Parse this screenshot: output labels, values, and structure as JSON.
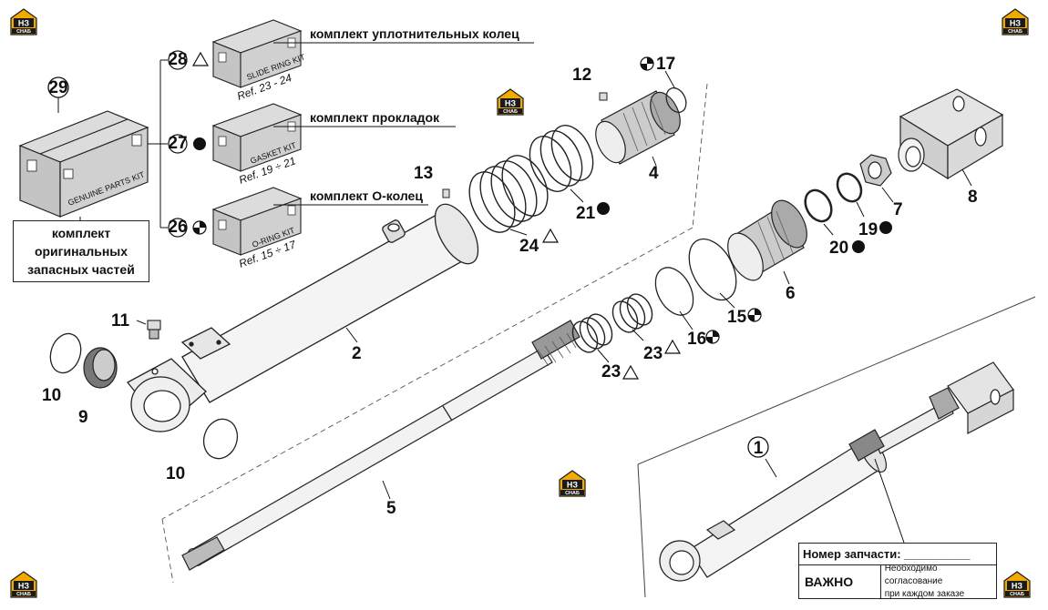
{
  "logo": {
    "top": "НЗ",
    "bottom": "СНАБ",
    "color": "#f2a900"
  },
  "kits": [
    {
      "number": "28",
      "title": "комплект уплотнительных колец",
      "box_label": "SLIDE RING KIT",
      "ref": "Ref. 23 - 24",
      "symbol": "triangle"
    },
    {
      "number": "27",
      "title": "комплект прокладок",
      "box_label": "GASKET KIT",
      "ref": "Ref. 19 ÷ 21",
      "symbol": "filled-circle"
    },
    {
      "number": "26",
      "title": "комплект О-колец",
      "box_label": "O-RING KIT",
      "ref": "Ref. 15 ÷ 17",
      "symbol": "quartered-circle"
    }
  ],
  "genuine": {
    "number": "29",
    "box_label": "GENUINE PARTS KIT",
    "lines": [
      "комплект",
      "оригинальных",
      "запасных частей"
    ]
  },
  "parts": [
    "1",
    "2",
    "4",
    "5",
    "6",
    "7",
    "8",
    "9",
    "10",
    "10",
    "11",
    "12",
    "13",
    "15",
    "16",
    "17",
    "19",
    "20",
    "21",
    "23",
    "23",
    "24"
  ],
  "info": {
    "part_number_label": "Номер запчасти: __________",
    "important": "ВАЖНО",
    "note_line1": "Необходимо согласование",
    "note_line2": "при каждом заказе"
  }
}
